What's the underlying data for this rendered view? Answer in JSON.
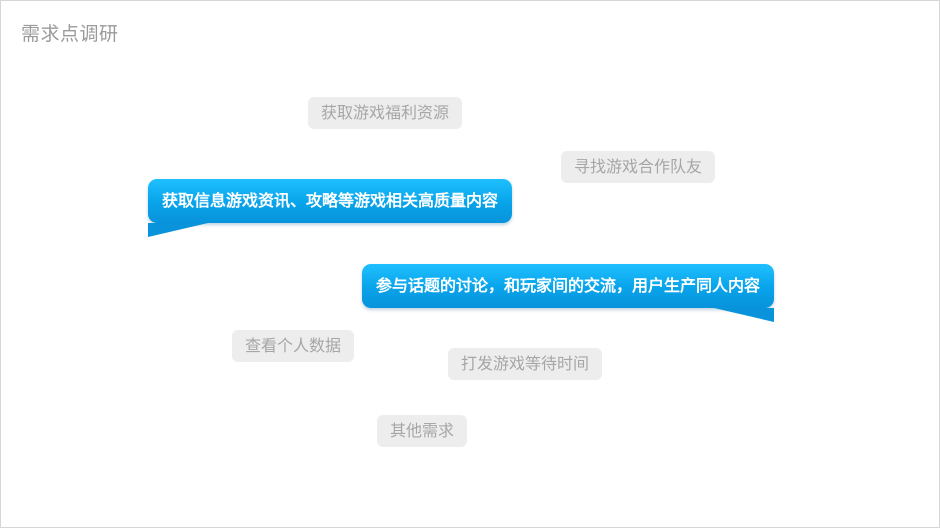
{
  "slide": {
    "title": "需求点调研"
  },
  "tags": [
    "获取游戏福利资源",
    "寻找游戏合作队友",
    "查看个人数据",
    "打发游戏等待时间",
    "其他需求"
  ],
  "callouts": [
    "获取信息游戏资讯、攻略等游戏相关高质量内容",
    "参与话题的讨论，和玩家间的交流，用户生产同人内容"
  ],
  "colors": {
    "callout_blue": "#08a3ea",
    "tag_gray": "#ededed",
    "tag_text": "#a6a6a6"
  }
}
